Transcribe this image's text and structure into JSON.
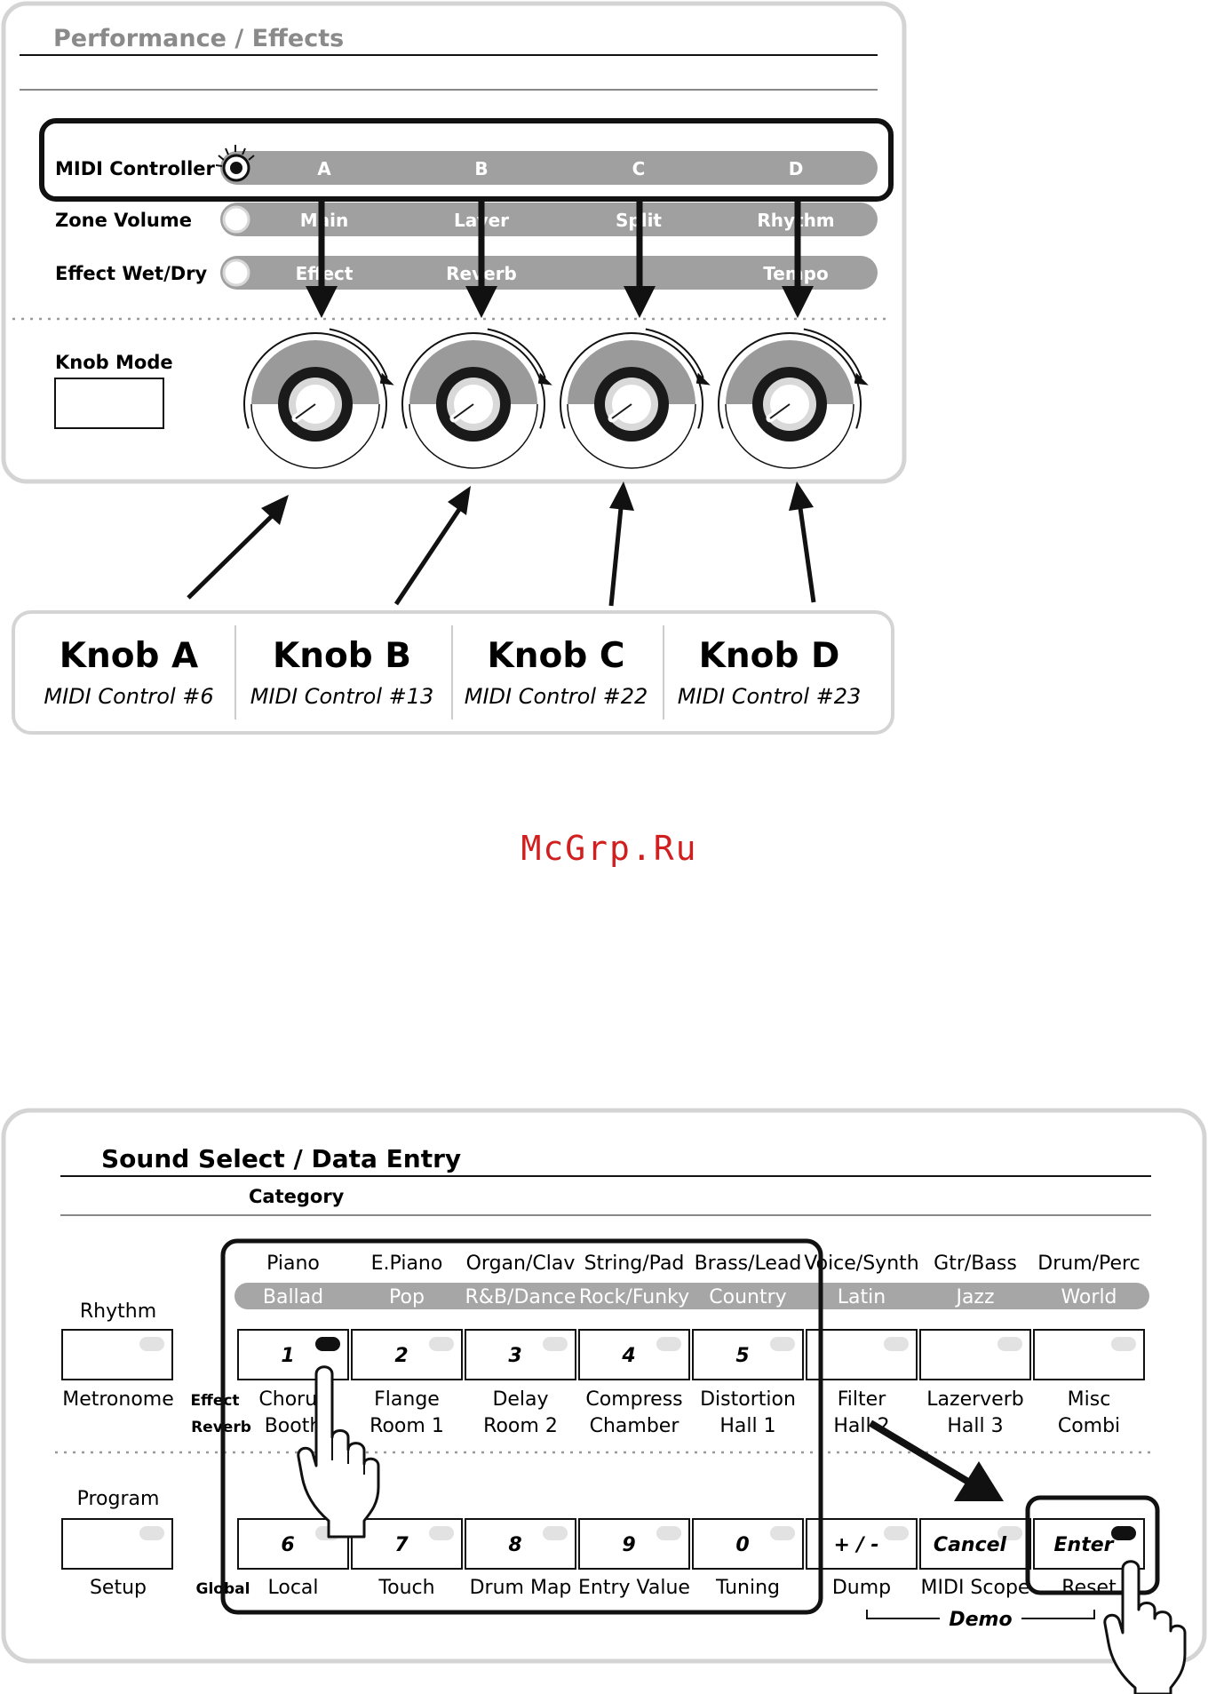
{
  "performance": {
    "title": "Performance / Effects",
    "rows": [
      {
        "label": "MIDI Controller",
        "items": [
          "A",
          "B",
          "C",
          "D"
        ]
      },
      {
        "label": "Zone Volume",
        "items": [
          "Main",
          "Layer",
          "Split",
          "Rhythm"
        ]
      },
      {
        "label": "Effect Wet/Dry",
        "items": [
          "Effect",
          "Reverb",
          "",
          "Tempo"
        ]
      }
    ],
    "knob_mode_label": "Knob Mode"
  },
  "knobs": [
    {
      "name": "Knob A",
      "control": "MIDI Control #6"
    },
    {
      "name": "Knob B",
      "control": "MIDI Control #13"
    },
    {
      "name": "Knob C",
      "control": "MIDI Control #22"
    },
    {
      "name": "Knob D",
      "control": "MIDI Control #23"
    }
  ],
  "watermark": "McGrp.Ru",
  "sound_select": {
    "title": "Sound Select / Data Entry",
    "category_label": "Category",
    "top_labels": [
      "Piano",
      "E.Piano",
      "Organ/Clav",
      "String/Pad",
      "Brass/Lead",
      "Voice/Synth",
      "Gtr/Bass",
      "Drum/Perc"
    ],
    "bar_labels": [
      "Ballad",
      "Pop",
      "R&B/Dance",
      "Rock/Funky",
      "Country",
      "Latin",
      "Jazz",
      "World"
    ],
    "row1_buttons": [
      "1",
      "2",
      "3",
      "4",
      "5",
      "",
      "",
      ""
    ],
    "effect_labels": [
      "Chorus",
      "Flange",
      "Delay",
      "Compress",
      "Distortion",
      "Filter",
      "Lazerverb",
      "Misc"
    ],
    "reverb_labels": [
      "Booth",
      "Room 1",
      "Room 2",
      "Chamber",
      "Hall 1",
      "Hall 2",
      "Hall 3",
      "Combi"
    ],
    "effect_side_label": "Effect",
    "reverb_side_label": "Reverb",
    "rhythm_label": "Rhythm",
    "metronome_label": "Metronome",
    "program_label": "Program",
    "setup_label": "Setup",
    "global_label": "Global",
    "row2_buttons": [
      "6",
      "7",
      "8",
      "9",
      "0",
      "+ / -",
      "Cancel",
      "Enter"
    ],
    "row2_labels": [
      "Local",
      "Touch",
      "Drum Map",
      "Entry Value",
      "Tuning",
      "Dump",
      "MIDI Scope",
      "Reset"
    ],
    "demo_label": "Demo"
  }
}
